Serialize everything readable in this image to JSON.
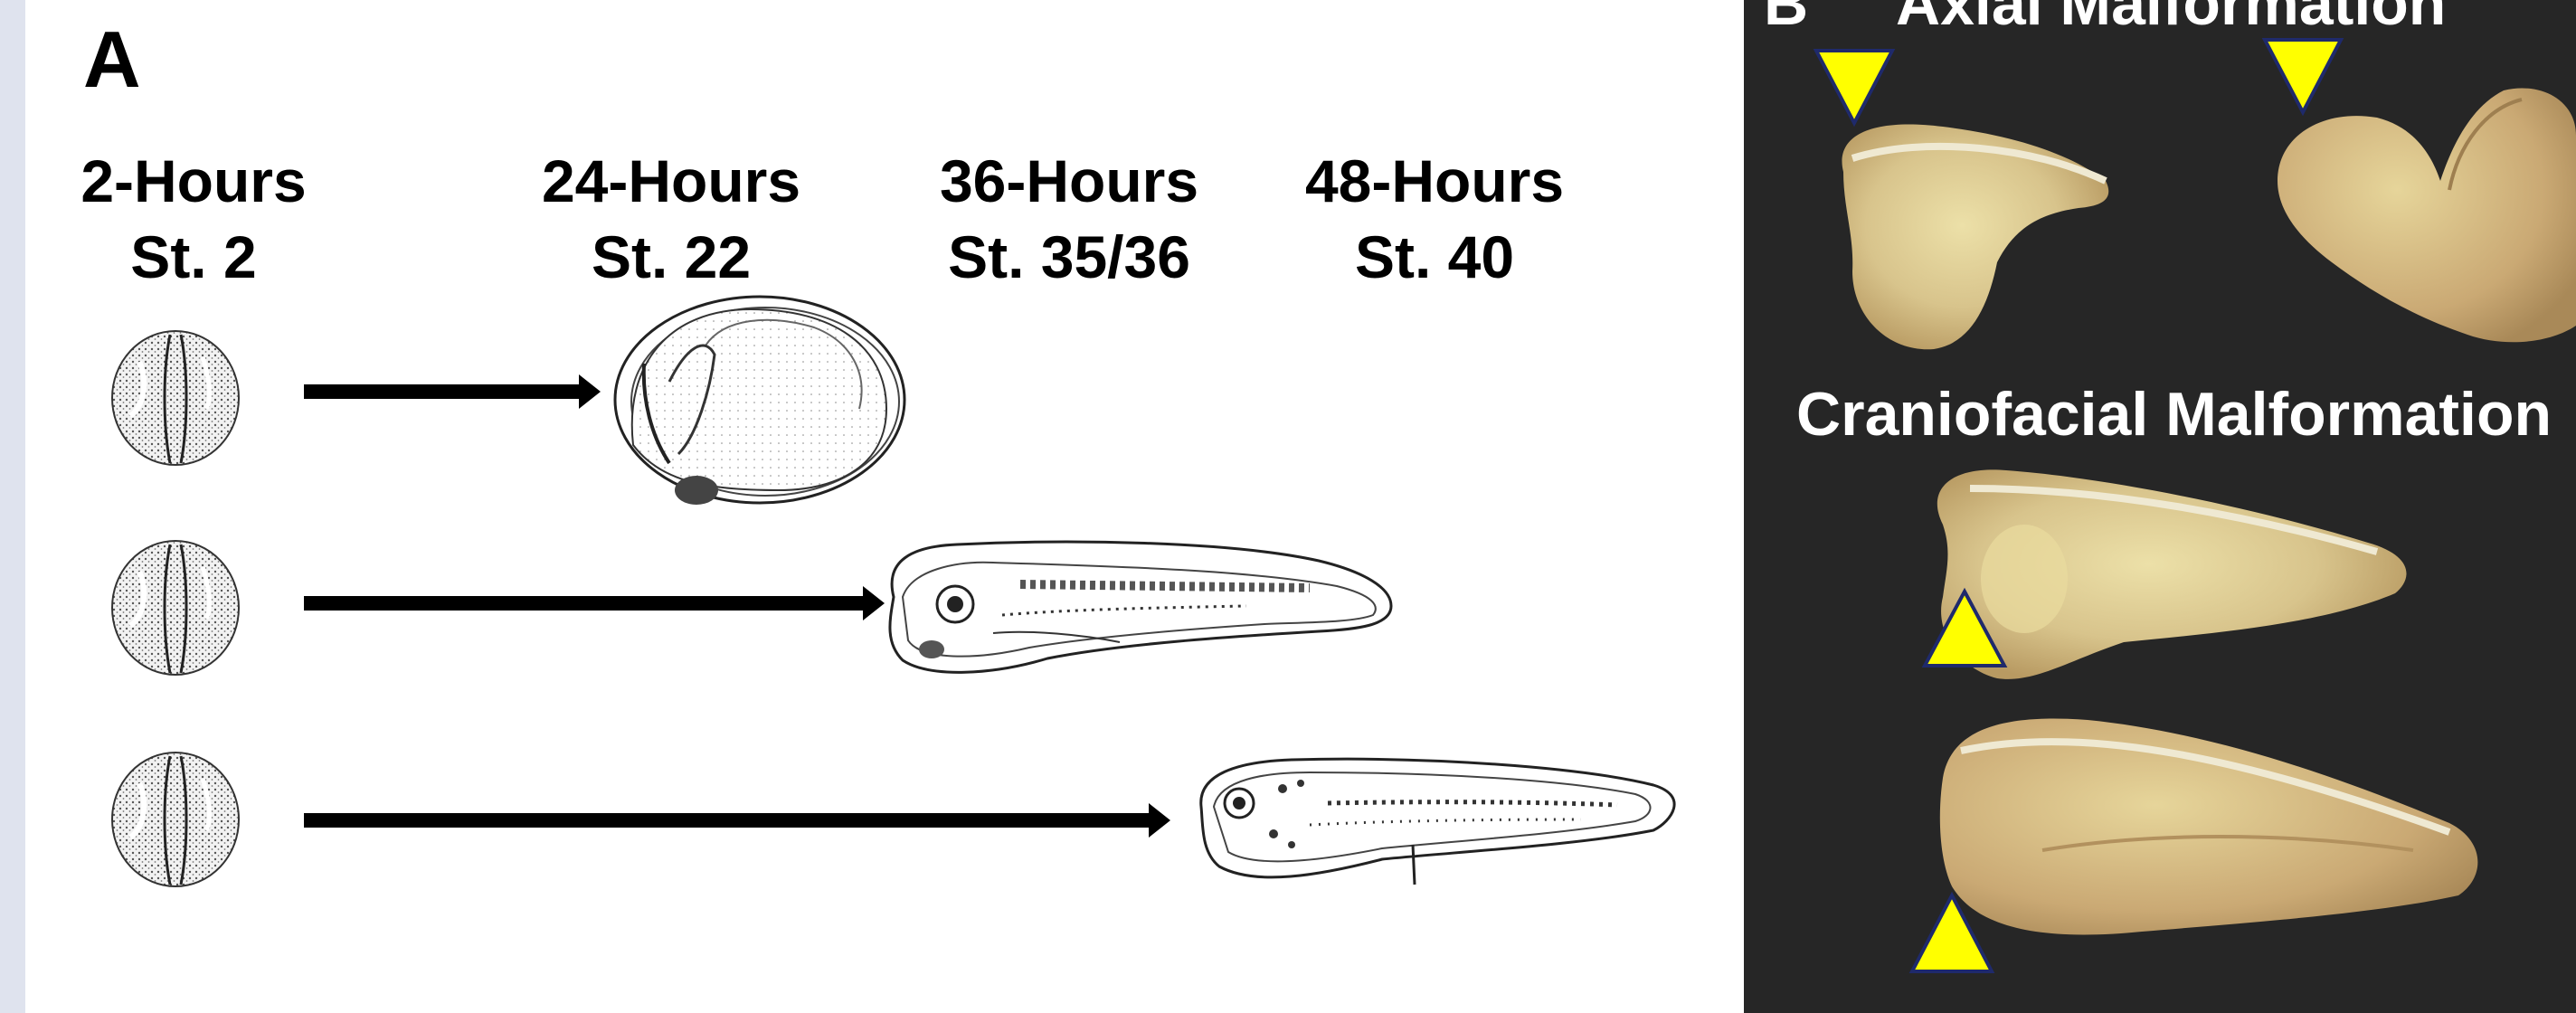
{
  "panel_a": {
    "letter": "A",
    "stages": [
      {
        "time": "2-Hours",
        "stage": "St. 2"
      },
      {
        "time": "24-Hours",
        "stage": "St. 22"
      },
      {
        "time": "36-Hours",
        "stage": "St. 35/36"
      },
      {
        "time": "48-Hours",
        "stage": "St. 40"
      }
    ]
  },
  "panel_b": {
    "letter": "B",
    "axial_title": "Axial Malformation",
    "craniofacial_title": "Craniofacial Malformation"
  },
  "colors": {
    "panel_b_background": "#262626",
    "marker_fill": "#ffff00",
    "marker_outline": "#1f2a6b",
    "embryo_tone": "#d8c48c"
  }
}
